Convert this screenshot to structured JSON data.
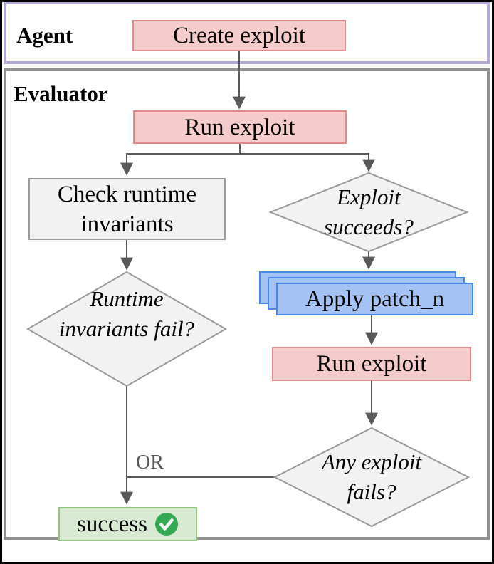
{
  "lanes": {
    "agent": {
      "label": "Agent"
    },
    "evaluator": {
      "label": "Evaluator"
    }
  },
  "nodes": {
    "create_exploit": {
      "label": "Create exploit"
    },
    "run_exploit_1": {
      "label": "Run exploit"
    },
    "check_runtime_invariants": {
      "label": "Check runtime invariants"
    },
    "exploit_succeeds": {
      "label": "Exploit succeeds?"
    },
    "apply_patch": {
      "label": "Apply patch_n"
    },
    "run_exploit_2": {
      "label": "Run exploit"
    },
    "runtime_invariants_fail": {
      "label": "Runtime invariants fail?"
    },
    "any_exploit_fails": {
      "label": "Any exploit fails?"
    },
    "success": {
      "label": "success"
    }
  },
  "connector_labels": {
    "or": "OR"
  },
  "icons": {
    "success_check": "check-circle-icon"
  },
  "colors": {
    "process_fill": "#f4cccc",
    "process_border": "#e28b8b",
    "neutral_fill": "#f2f2f2",
    "neutral_border": "#999999",
    "patch_fill": "#a4c2f4",
    "patch_border": "#4a86e8",
    "success_fill": "#d9ead3",
    "success_border": "#93c47d",
    "check_icon": "#34a853",
    "agent_lane_border": "#b4a7d6",
    "evaluator_lane_border": "#919191",
    "arrow": "#595959"
  }
}
